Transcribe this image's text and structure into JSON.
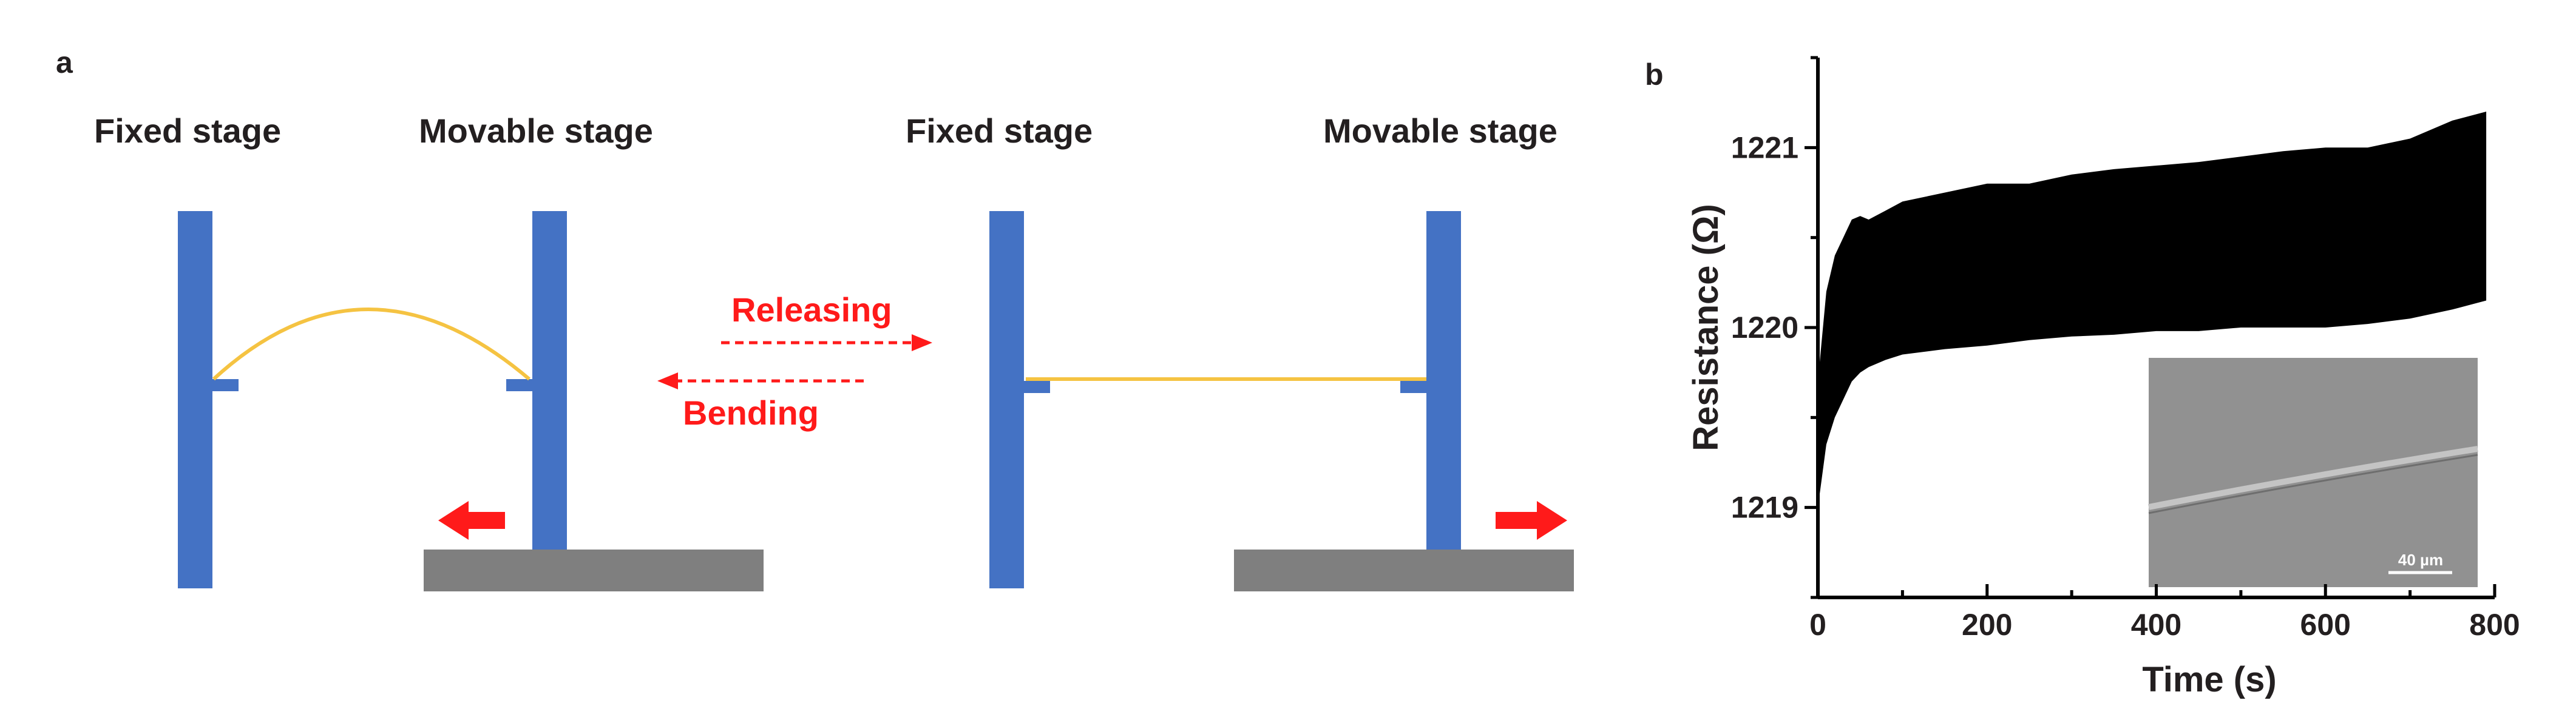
{
  "panel_a": {
    "label": "a",
    "left": {
      "fixed_label": "Fixed stage",
      "movable_label": "Movable stage"
    },
    "right": {
      "fixed_label": "Fixed stage",
      "movable_label": "Movable stage"
    },
    "releasing_label": "Releasing",
    "bending_label": "Bending",
    "colors": {
      "stage": "#4472c4",
      "base": "#7f7f7f",
      "fiber": "#f5c342",
      "arrow": "#ff1a1a"
    }
  },
  "panel_b": {
    "label": "b",
    "inset_scale_label": "40 µm"
  },
  "chart_data": {
    "type": "line",
    "xlabel": "Time (s)",
    "ylabel": "Resistance (Ω)",
    "xlim": [
      0,
      800
    ],
    "ylim": [
      1218.5,
      1221.5
    ],
    "x_ticks": [
      0,
      200,
      400,
      600,
      800
    ],
    "y_ticks": [
      1219,
      1220,
      1221
    ],
    "grid": false,
    "series": [
      {
        "x": [
          0,
          10,
          20,
          30,
          40,
          50,
          60,
          80,
          100,
          150,
          200,
          250,
          300,
          350,
          400,
          450,
          500,
          550,
          600,
          650,
          700,
          750,
          790
        ],
        "y_upper": [
          1219.7,
          1220.2,
          1220.4,
          1220.5,
          1220.6,
          1220.62,
          1220.6,
          1220.65,
          1220.7,
          1220.75,
          1220.8,
          1220.8,
          1220.85,
          1220.88,
          1220.9,
          1220.92,
          1220.95,
          1220.98,
          1221.0,
          1221.0,
          1221.05,
          1221.15,
          1221.2
        ],
        "y_lower": [
          1219.0,
          1219.35,
          1219.5,
          1219.6,
          1219.7,
          1219.75,
          1219.78,
          1219.82,
          1219.85,
          1219.88,
          1219.9,
          1219.93,
          1219.95,
          1219.96,
          1219.98,
          1219.98,
          1220.0,
          1220.0,
          1220.0,
          1220.02,
          1220.05,
          1220.1,
          1220.15
        ],
        "color": "#000000"
      }
    ]
  }
}
